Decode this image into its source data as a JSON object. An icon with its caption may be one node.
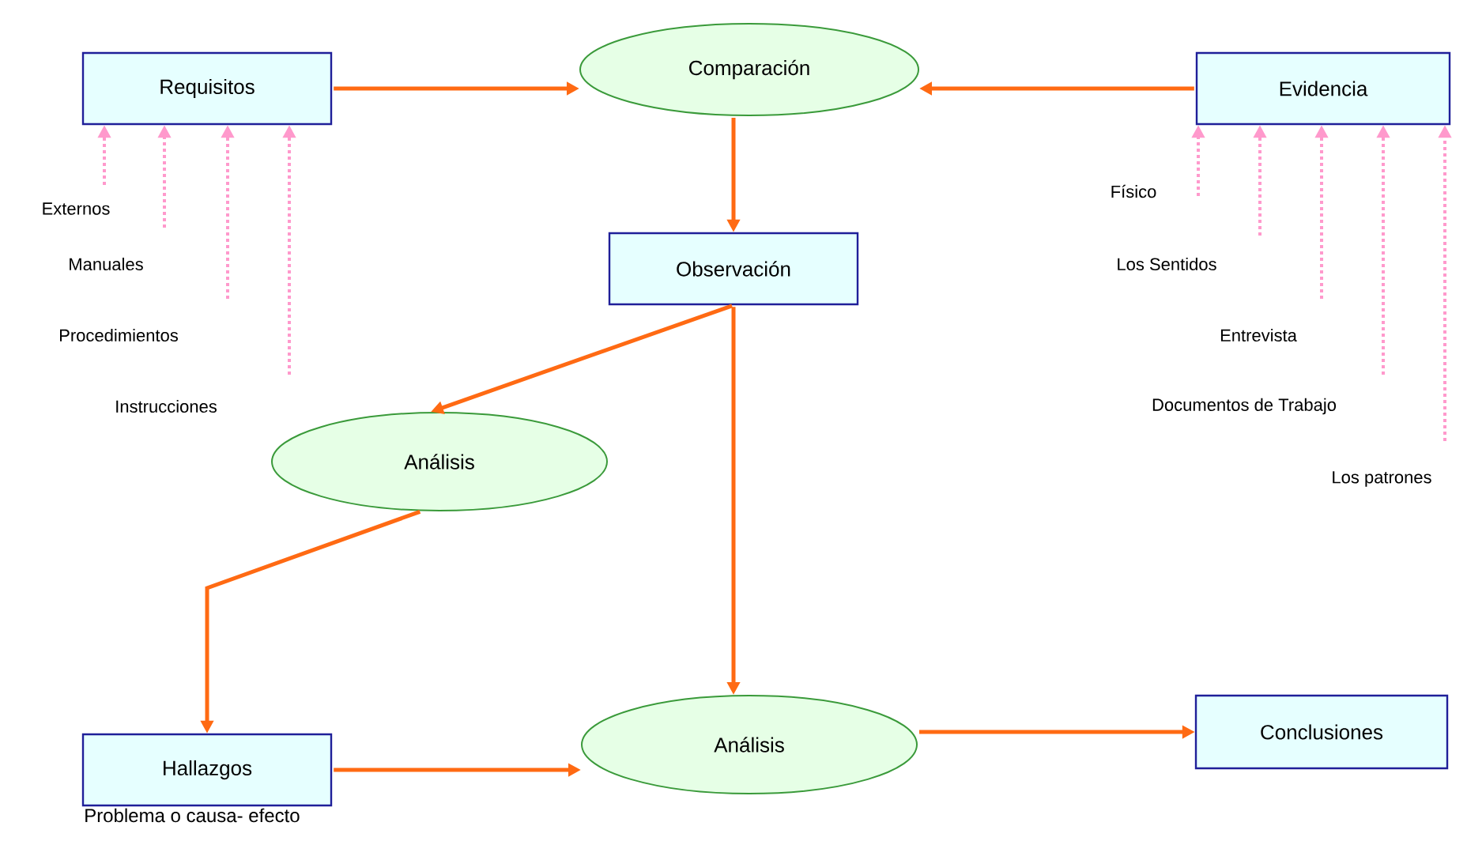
{
  "diagram": {
    "nodes": [
      {
        "text": [
          "Requisitos"
        ]
      },
      {
        "text": [
          "Comparación"
        ]
      },
      {
        "text": [
          "Evidencia"
        ]
      },
      {
        "text": [
          "Observación"
        ]
      },
      {
        "text": [
          "Análisis"
        ]
      },
      {
        "text": [
          "Hallazgos"
        ],
        "beside": [
          "Problema o causa- efecto"
        ]
      },
      {
        "text": [
          "Análisis"
        ]
      },
      {
        "text": [
          "Conclusiones"
        ]
      },
      {
        "text": [
          "Externos"
        ]
      },
      {
        "text": [
          "Manuales"
        ]
      },
      {
        "text": [
          "Procedimientos"
        ]
      },
      {
        "text": [
          "Instrucciones"
        ]
      },
      {
        "text": [
          "Físico"
        ]
      },
      {
        "text": [
          "Los Sentidos"
        ]
      },
      {
        "text": [
          "Entrevista"
        ]
      },
      {
        "text": [
          "Documentos de Trabajo"
        ]
      },
      {
        "text": [
          "Los patrones"
        ]
      }
    ],
    "edges": [
      {
        "from": 0,
        "to": 1,
        "arrow": "to",
        "color": "#ff6a13"
      },
      {
        "from": 2,
        "to": 1,
        "arrow": "to",
        "color": "#ff6a13"
      },
      {
        "from": 1,
        "to": 3,
        "arrow": "to",
        "color": "#ff6a13"
      },
      {
        "from": 3,
        "to": 4,
        "arrow": "to",
        "color": "#ff6a13"
      },
      {
        "from": 3,
        "to": 6,
        "arrow": "to",
        "color": "#ff6a13"
      },
      {
        "from": 4,
        "to": 5,
        "arrow": "to",
        "color": "#ff6a13"
      },
      {
        "from": 5,
        "to": 6,
        "arrow": "to",
        "color": "#ff6a13"
      },
      {
        "from": 6,
        "to": 7,
        "arrow": "to",
        "color": "#ff6a13"
      },
      {
        "from": 8,
        "to": 0,
        "arrow": "to",
        "style": "dashed",
        "color": "#ff99cc"
      },
      {
        "from": 9,
        "to": 0,
        "arrow": "to",
        "style": "dashed",
        "color": "#ff99cc"
      },
      {
        "from": 10,
        "to": 0,
        "arrow": "to",
        "style": "dashed",
        "color": "#ff99cc"
      },
      {
        "from": 11,
        "to": 0,
        "arrow": "to",
        "style": "dashed",
        "color": "#ff99cc"
      },
      {
        "from": 12,
        "to": 2,
        "arrow": "to",
        "style": "dashed",
        "color": "#ff99cc"
      },
      {
        "from": 13,
        "to": 2,
        "arrow": "to",
        "style": "dashed",
        "color": "#ff99cc"
      },
      {
        "from": 14,
        "to": 2,
        "arrow": "to",
        "style": "dashed",
        "color": "#ff99cc"
      },
      {
        "from": 15,
        "to": 2,
        "arrow": "to",
        "style": "dashed",
        "color": "#ff99cc"
      },
      {
        "from": 16,
        "to": 2,
        "arrow": "to",
        "style": "dashed",
        "color": "#ff99cc"
      }
    ]
  }
}
